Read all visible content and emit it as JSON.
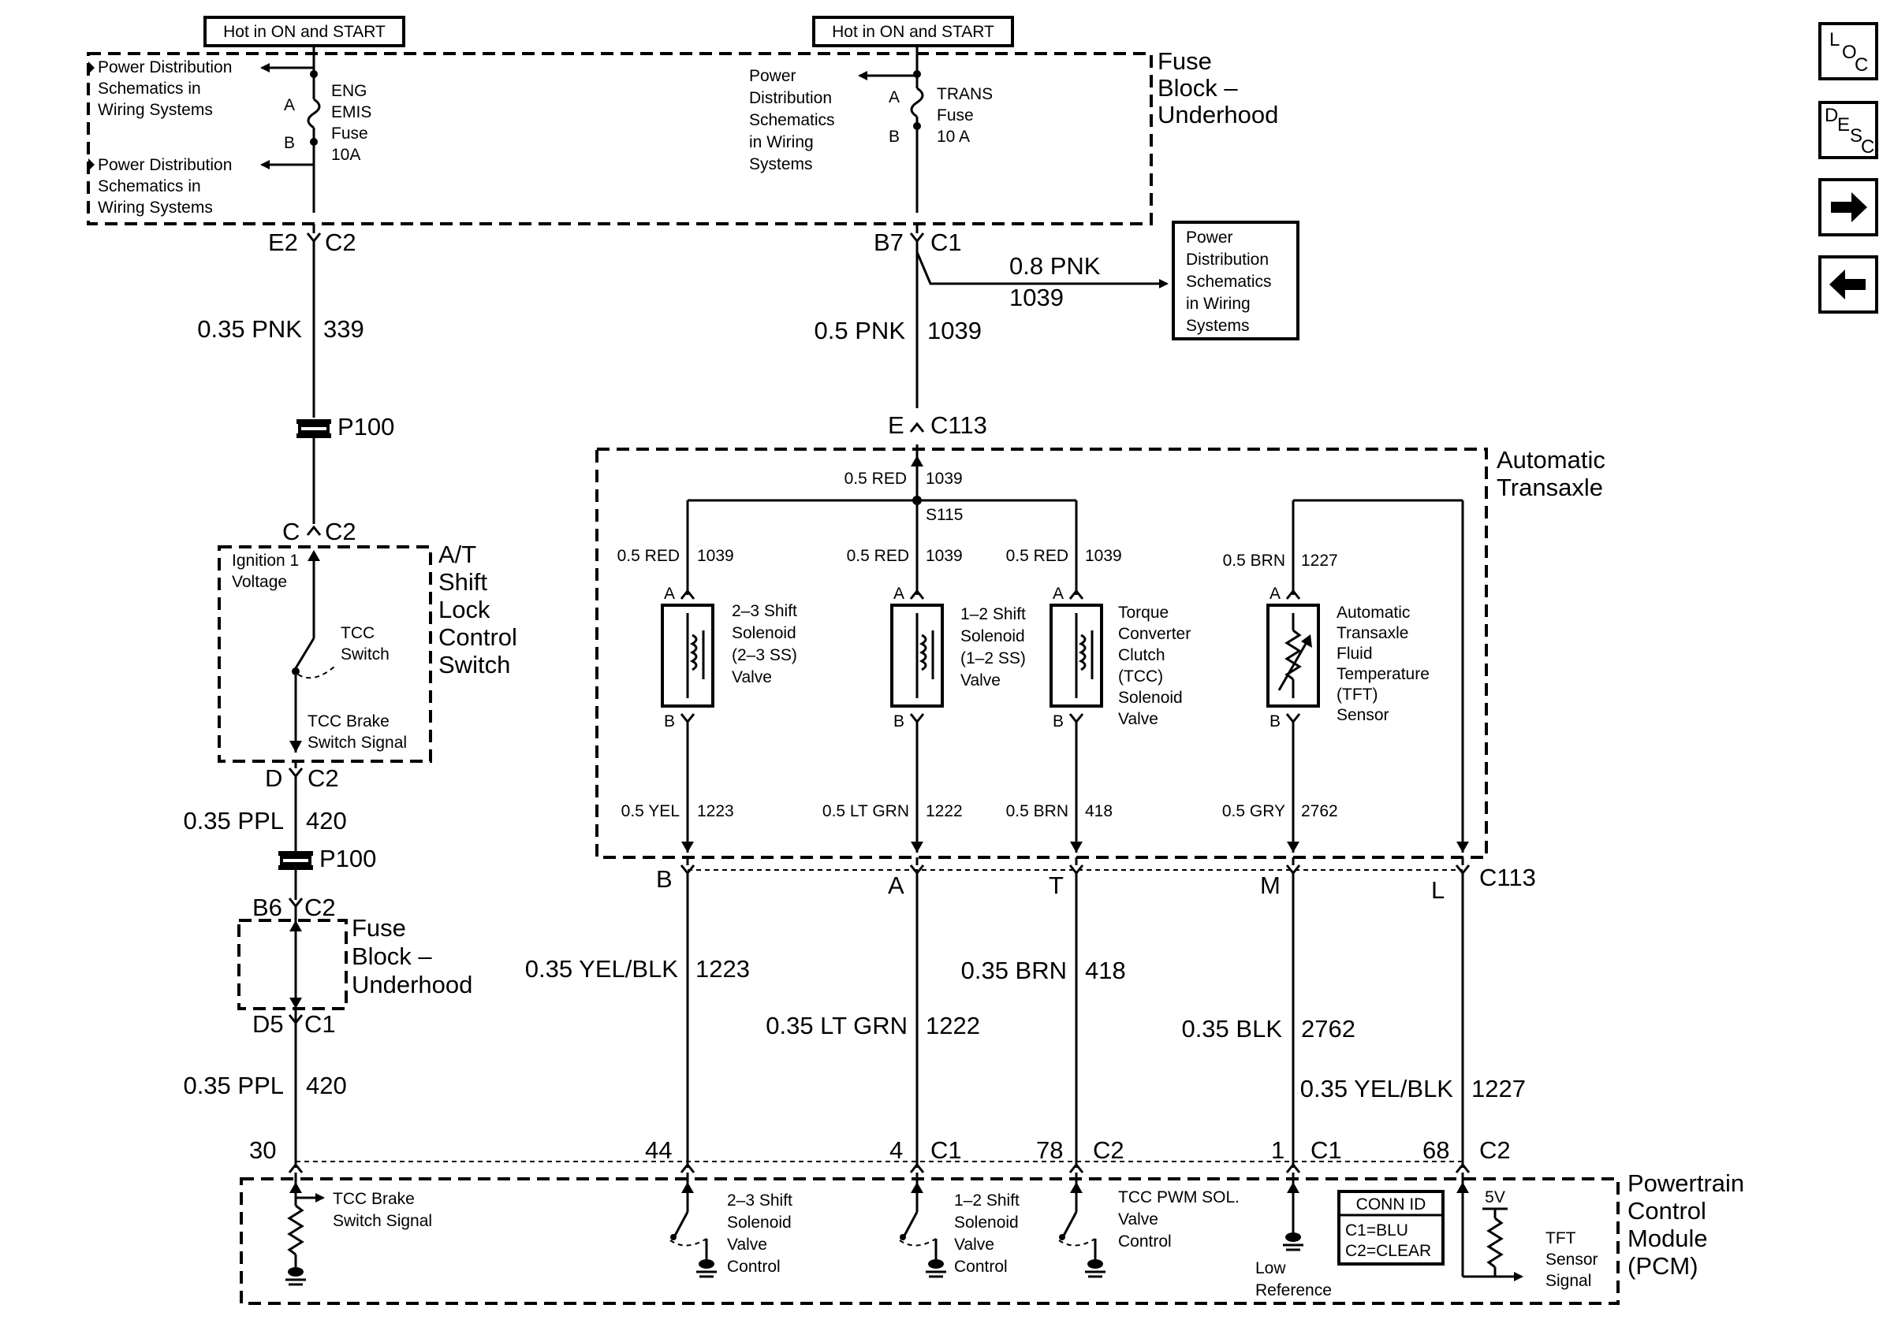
{
  "hot_labels": [
    "Hot in ON and START",
    "Hot in ON and START"
  ],
  "fuse_block_top": "Fuse\nBlock –\nUnderhood",
  "fuse_block_left": "Fuse\nBlock –\nUnderhood",
  "power_dist": "Power Distribution\nSchematics in\nWiring Systems",
  "power_dist_trans": "Power\nDistribution\nSchematics\nin Wiring\nSystems",
  "power_dist_box": "Power\nDistribution\nSchematics\nin Wiring\nSystems",
  "eng_fuse": "ENG\nEMIS\nFuse\n10A",
  "trans_fuse": "TRANS\nFuse\n10 A",
  "pin_a": "A",
  "pin_b": "B",
  "conn": {
    "e2": "E2",
    "c2": "C2",
    "b7": "B7",
    "c1": "C1",
    "c": "C",
    "d": "D",
    "b6": "B6",
    "d5": "D5",
    "e": "E",
    "c113": "C113",
    "b": "B",
    "a": "A",
    "t": "T",
    "m": "M",
    "l": "L",
    "p30": "30",
    "p44": "44",
    "p4": "4",
    "p78": "78",
    "p1": "1",
    "p68": "68"
  },
  "wires": {
    "w339": [
      "0.35 PNK",
      "339"
    ],
    "w1039_main": [
      "0.5 PNK",
      "1039"
    ],
    "w1039_branch": [
      "0.8 PNK",
      "1039"
    ],
    "w420_a": [
      "0.35 PPL",
      "420"
    ],
    "w420_b": [
      "0.35 PPL",
      "420"
    ],
    "red_top": [
      "0.5 RED",
      "1039"
    ],
    "red_1": [
      "0.5 RED",
      "1039"
    ],
    "red_2": [
      "0.5 RED",
      "1039"
    ],
    "red_3": [
      "0.5 RED",
      "1039"
    ],
    "brn_1227": [
      "0.5 BRN",
      "1227"
    ],
    "yel_1223": [
      "0.5 YEL",
      "1223"
    ],
    "ltgrn_1222": [
      "0.5 LT GRN",
      "1222"
    ],
    "brn_418": [
      "0.5 BRN",
      "418"
    ],
    "gry_2762": [
      "0.5 GRY",
      "2762"
    ],
    "yelblk_1223": [
      "0.35 YEL/BLK",
      "1223"
    ],
    "ltgrn_1222_b": [
      "0.35 LT GRN",
      "1222"
    ],
    "brn_418_b": [
      "0.35 BRN",
      "418"
    ],
    "blk_2762": [
      "0.35 BLK",
      "2762"
    ],
    "yelblk_1227": [
      "0.35 YEL/BLK",
      "1227"
    ]
  },
  "splice_p100": "P100",
  "splice_s115": "S115",
  "at_shift_lock": "A/T\nShift\nLock\nControl\nSwitch",
  "ignition_voltage": "Ignition 1\nVoltage",
  "tcc_switch": "TCC\nSwitch",
  "tcc_brake_signal": "TCC Brake\nSwitch Signal",
  "automatic_transaxle": "Automatic\nTransaxle",
  "solenoid_23": "2–3 Shift\nSolenoid\n(2–3 SS)\nValve",
  "solenoid_12": "1–2 Shift\nSolenoid\n(1–2 SS)\nValve",
  "tcc_solenoid": "Torque\nConverter\nClutch\n(TCC)\nSolenoid\nValve",
  "tft_sensor": "Automatic\nTransaxle\nFluid\nTemperature\n(TFT)\nSensor",
  "pcm": {
    "title": "Powertrain\nControl\nModule\n(PCM)",
    "tcc_brake": "TCC Brake\nSwitch Signal",
    "ctl_23": "2–3 Shift\nSolenoid\nValve\nControl",
    "ctl_12": "1–2 Shift\nSolenoid\nValve\nControl",
    "tcc_pwm": "TCC PWM SOL.\nValve\nControl",
    "low_ref": "Low\nReference",
    "tft_signal": "TFT\nSensor\nSignal",
    "five_v": "5V",
    "conn_id": [
      "CONN ID",
      "C1=BLU",
      "C2=CLEAR"
    ]
  },
  "nav": {
    "loc": [
      "L",
      "O",
      "C"
    ],
    "desc": [
      "D",
      "E",
      "S",
      "C"
    ],
    "next_icon": "arrow-right",
    "prev_icon": "arrow-left"
  }
}
